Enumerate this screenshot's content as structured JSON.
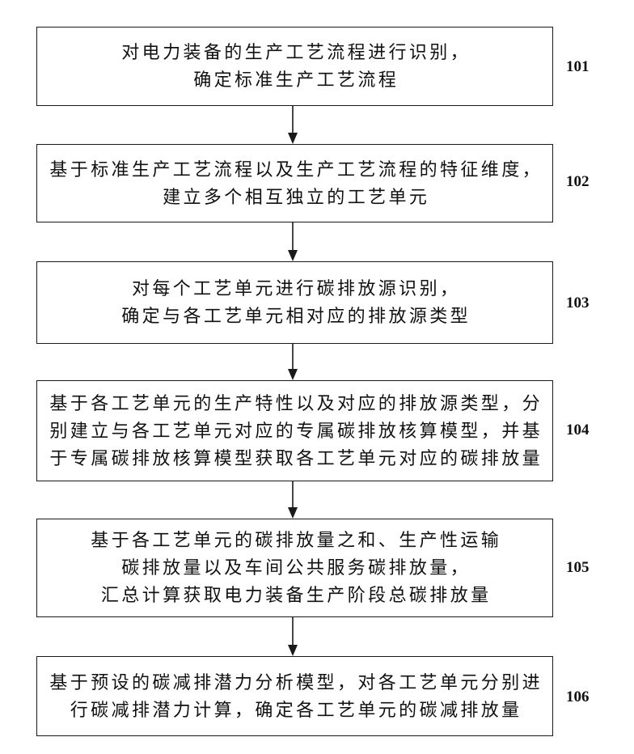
{
  "steps": [
    {
      "label": "101",
      "lines": [
        "对电力装备的生产工艺流程进行识别，",
        "确定标准生产工艺流程"
      ]
    },
    {
      "label": "102",
      "lines": [
        "基于标准生产工艺流程以及生产工艺流程的特征维度，",
        "建立多个相互独立的工艺单元"
      ]
    },
    {
      "label": "103",
      "lines": [
        "对每个工艺单元进行碳排放源识别，",
        "确定与各工艺单元相对应的排放源类型"
      ]
    },
    {
      "label": "104",
      "lines": [
        "基于各工艺单元的生产特性以及对应的排放源类型，分",
        "别建立与各工艺单元对应的专属碳排放核算模型，并基",
        "于专属碳排放核算模型获取各工艺单元对应的碳排放量"
      ]
    },
    {
      "label": "105",
      "lines": [
        "基于各工艺单元的碳排放量之和、生产性运输",
        "碳排放量以及车间公共服务碳排放量，",
        "汇总计算获取电力装备生产阶段总碳排放量"
      ]
    },
    {
      "label": "106",
      "lines": [
        "基于预设的碳减排潜力分析模型，对各工艺单元分别进",
        "行碳减排潜力计算，确定各工艺单元的碳减排放量"
      ]
    }
  ],
  "colors": {
    "stroke": "#1a1a1a",
    "background": "#ffffff"
  }
}
